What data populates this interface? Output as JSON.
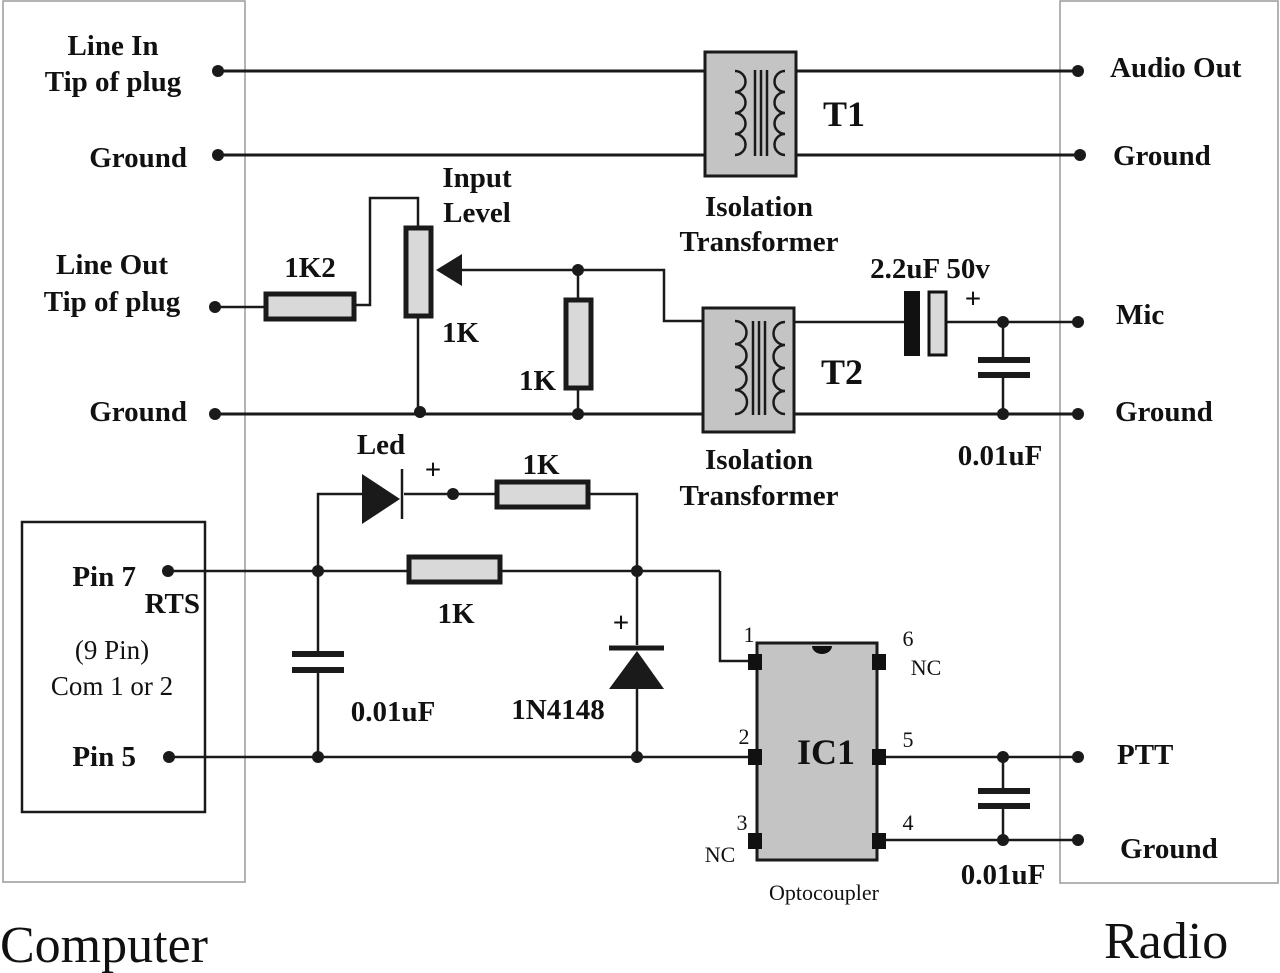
{
  "sections": {
    "computer": "Computer",
    "radio": "Radio"
  },
  "computer_side": {
    "line_in_1": "Line In",
    "line_in_2": "Tip of plug",
    "ground_1": "Ground",
    "line_out_1": "Line Out",
    "line_out_2": "Tip of plug",
    "ground_2": "Ground",
    "serial": {
      "pin7": "Pin 7",
      "rts": "RTS",
      "pins": "(9 Pin)",
      "com": "Com 1 or 2",
      "pin5": "Pin 5"
    }
  },
  "radio_side": {
    "audio_out": "Audio Out",
    "ground_1": "Ground",
    "mic": "Mic",
    "ground_2": "Ground",
    "ptt": "PTT",
    "ground_3": "Ground"
  },
  "components": {
    "t1": {
      "ref": "T1",
      "desc_1": "Isolation",
      "desc_2": "Transformer"
    },
    "t2": {
      "ref": "T2",
      "desc_1": "Isolation",
      "desc_2": "Transformer"
    },
    "r_1k2": "1K2",
    "pot": {
      "label_1": "Input",
      "label_2": "Level",
      "value": "1K"
    },
    "r_1k_shunt": "1K",
    "c_elec": {
      "value": "2.2uF 50v",
      "polarity": "+"
    },
    "c_mic": "0.01uF",
    "led": {
      "label": "Led",
      "polarity": "+"
    },
    "r_led": "1K",
    "r_series": "1K",
    "c_rts": "0.01uF",
    "diode": {
      "label": "1N4148",
      "polarity": "+"
    },
    "ic1": {
      "ref": "IC1",
      "desc": "Optocoupler",
      "pin1": "1",
      "pin2": "2",
      "pin3": "3",
      "pin4": "4",
      "pin5": "5",
      "pin6": "6",
      "nc_3": "NC",
      "nc_6": "NC"
    },
    "c_ptt": "0.01uF"
  }
}
